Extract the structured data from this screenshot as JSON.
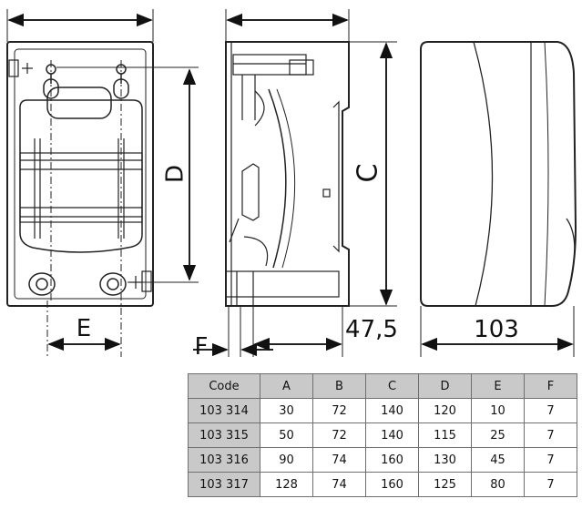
{
  "dimensions": {
    "d_label": "D",
    "c_label": "C",
    "e_label": "E",
    "f_label": "F",
    "depth_value": "47,5",
    "width_value": "103"
  },
  "table": {
    "headers": [
      "Code",
      "A",
      "B",
      "C",
      "D",
      "E",
      "F"
    ],
    "rows": [
      [
        "103 314",
        "30",
        "72",
        "140",
        "120",
        "10",
        "7"
      ],
      [
        "103 315",
        "50",
        "72",
        "140",
        "115",
        "25",
        "7"
      ],
      [
        "103 316",
        "90",
        "74",
        "160",
        "130",
        "45",
        "7"
      ],
      [
        "103 317",
        "128",
        "74",
        "160",
        "125",
        "80",
        "7"
      ]
    ]
  }
}
